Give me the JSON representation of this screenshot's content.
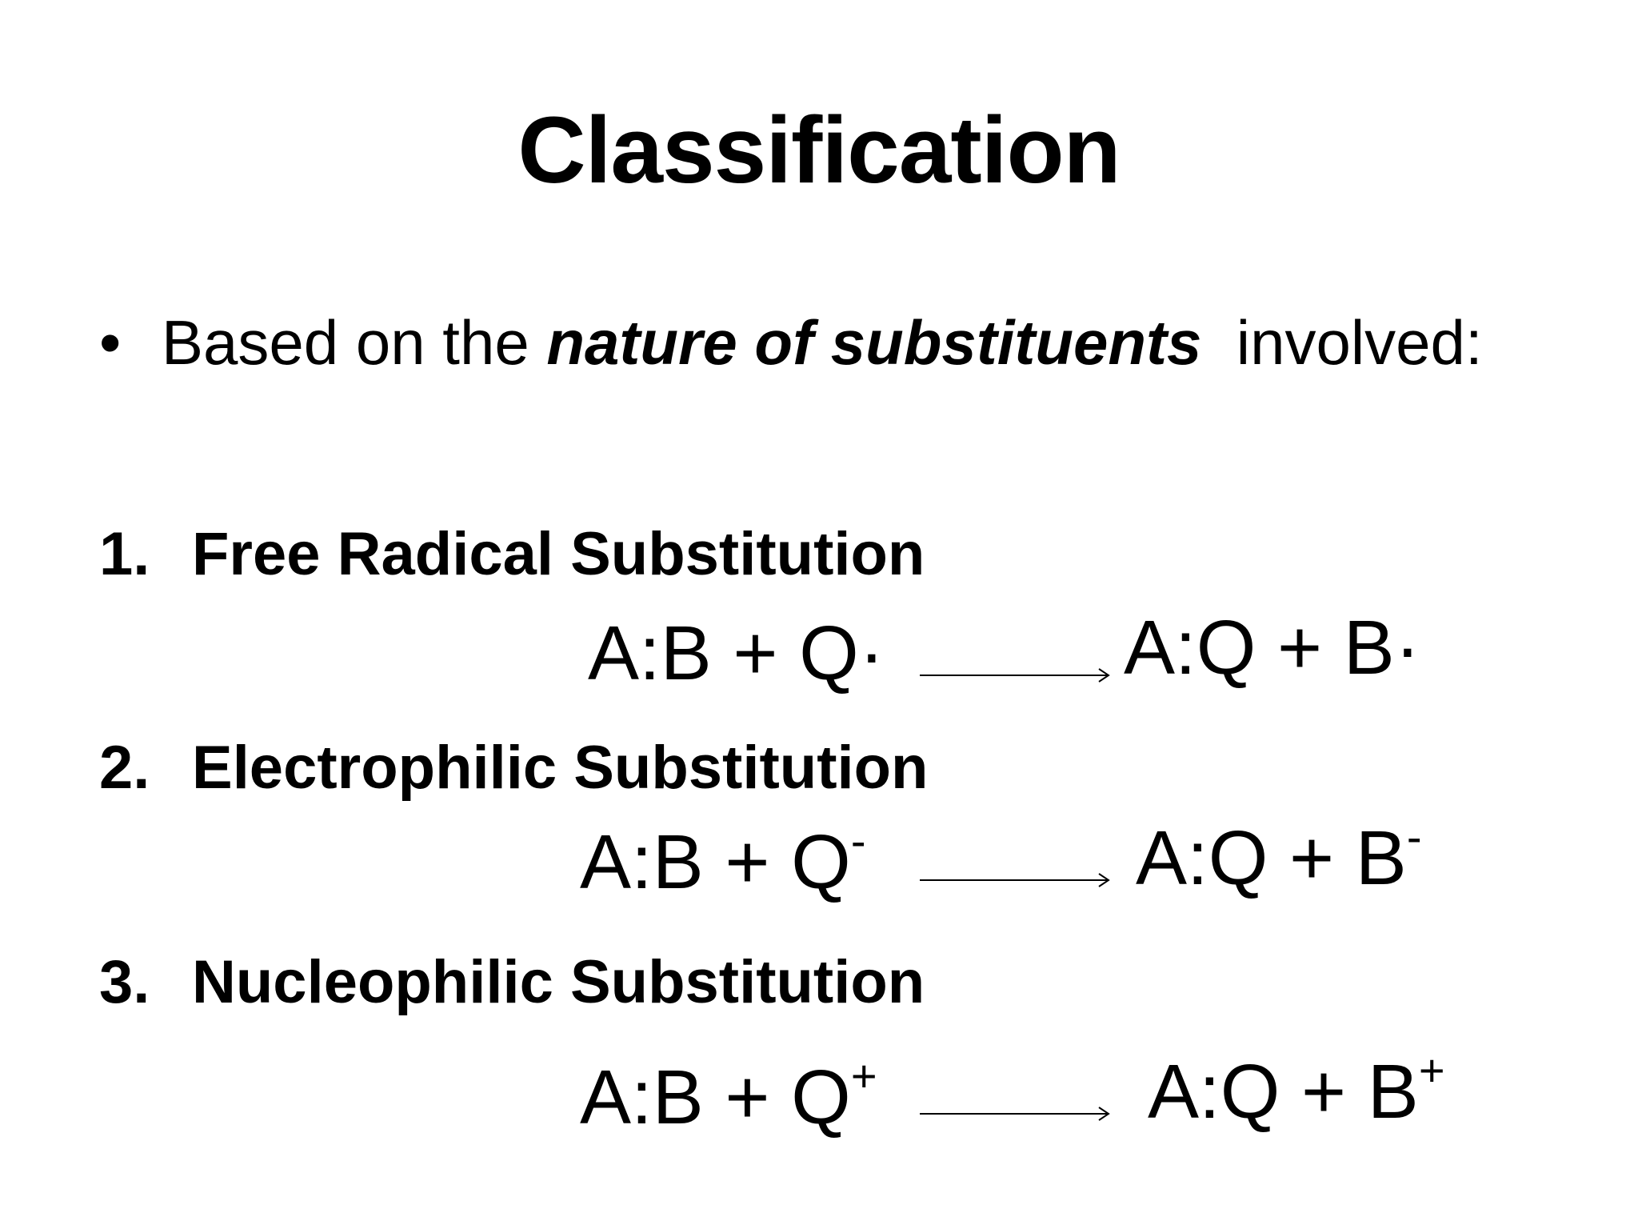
{
  "slide": {
    "title": "Classification",
    "bullet": {
      "marker": "•",
      "prefix": "Based on the ",
      "emphasis": "nature of substituents",
      "suffix": "  involved:"
    },
    "items": [
      {
        "number": "1.",
        "heading": "Free Radical Substitution",
        "reactant": "A:B + Q",
        "reactant_mark": "·",
        "product": "A:Q + B",
        "product_mark": "·"
      },
      {
        "number": "2.",
        "heading": "Electrophilic Substitution",
        "reactant": "A:B + Q",
        "reactant_mark": "-",
        "product": "A:Q + B",
        "product_mark": "-"
      },
      {
        "number": "3.",
        "heading": "Nucleophilic Substitution",
        "reactant": "A:B + Q",
        "reactant_mark": "+",
        "product": "A:Q + B",
        "product_mark": "+"
      }
    ],
    "arrow_icon": "right-arrow-icon"
  }
}
